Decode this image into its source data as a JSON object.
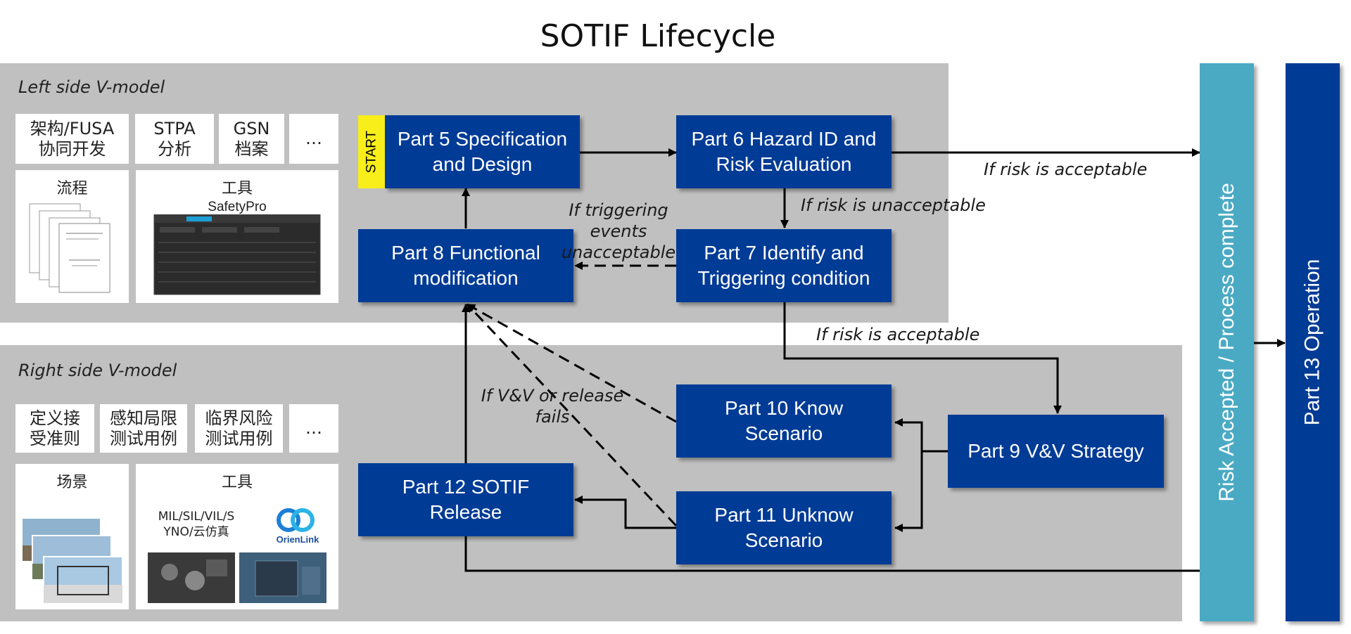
{
  "title": "SOTIF Lifecycle",
  "left_panel": {
    "label": "Left side V-model",
    "boxes": [
      "架构/FUSA\n协同开发",
      "STPA\n分析",
      "GSN\n档案",
      "…"
    ],
    "process_label": "流程",
    "tool_label": "工具",
    "tool_name": "SafetyPro"
  },
  "right_panel": {
    "label": "Right side V-model",
    "boxes": [
      "定义接\n受准则",
      "感知局限\n测试用例",
      "临界风险\n测试用例",
      "…"
    ],
    "scene_label": "场景",
    "tool_label": "工具",
    "tool_text": "MIL/SIL/VIL/S\nYNO/云仿真",
    "logo_text": "OrienLink"
  },
  "start_label": "START",
  "parts": {
    "p5": "Part 5 Specification\nand Design",
    "p6": "Part 6 Hazard ID and\nRisk Evaluation",
    "p7": "Part 7 Identify and\nTriggering condition",
    "p8": "Part 8 Functional\nmodification",
    "p9": "Part 9 V&V Strategy",
    "p10": "Part 10 Know\nScenario",
    "p11": "Part 11 Unknow\nScenario",
    "p12": "Part 12 SOTIF\nRelease"
  },
  "conditions": {
    "risk_acceptable_top": "If risk is acceptable",
    "risk_unacceptable": "If risk is unacceptable",
    "triggering_unacceptable": "If triggering\nevents\nunacceptable",
    "risk_acceptable_mid": "If risk is acceptable",
    "vv_fails": "If V&V  or release\nfails"
  },
  "bars": {
    "risk_accepted": "Risk Accepted / Process complete",
    "operation": "Part 13 Operation"
  },
  "colors": {
    "panel": "#c0c0c0",
    "blue": "#003b96",
    "teal": "#4aaac4",
    "start": "#f7ee1a"
  }
}
